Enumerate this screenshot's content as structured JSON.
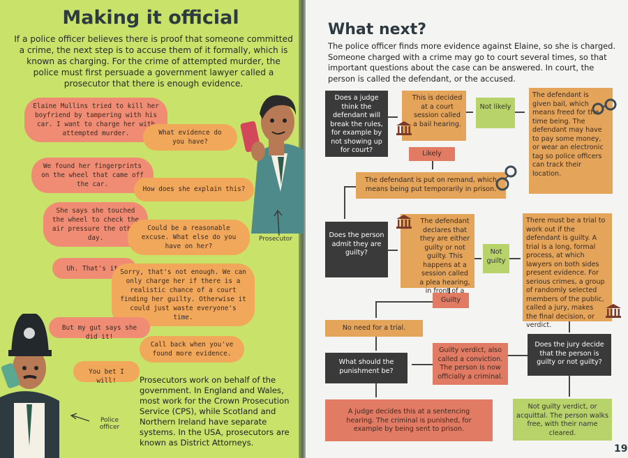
{
  "left": {
    "title": "Making it official",
    "intro": "If a police officer believes there is proof that someone committed a crime, the next step is to accuse them of it formally, which is known as charging. For the crime of attempted murder, the police must first persuade a government lawyer called a prosecutor that there is enough evidence.",
    "dialogue": [
      "Elaine Mullins tried to kill her boyfriend by tampering with his car. I want to charge her with attempted murder.",
      "What evidence do you have?",
      "We found her fingerprints on the wheel that came off the car.",
      "How does she explain this?",
      "She says she touched the wheel to check the air pressure the other day.",
      "Could be a reasonable excuse. What else do you have on her?",
      "Uh. That's it.",
      "Sorry, that's not enough. We can only charge her if there is a realistic chance of a court finding her guilty. Otherwise it could just waste everyone's time.",
      "But my gut says she did it!",
      "Call back when you've found more evidence.",
      "You bet I will!"
    ],
    "prosecutor_label": "Prosecutor",
    "police_label": "Police officer",
    "note": "Prosecutors work on behalf of the government. In England and Wales, most work for the Crown Prosecution Service (CPS), while Scotland and Northern Ireland have separate systems. In the USA, prosecutors are known as District Attorneys."
  },
  "right": {
    "title": "What next?",
    "intro": "The police officer finds more evidence against Elaine, so she is charged. Someone charged with a crime may go to court several times, so that important questions about the case can be answered. In court, the person is called the defendant, or the accused.",
    "boxes": {
      "b1": "Does a judge think the defendant will break the rules, for example by not showing up for court?",
      "b2": "This is decided at a court session called a bail hearing.",
      "b3": "Not likely",
      "b4": "The defendant is given bail, which means freed for the time being. The defendant may have to pay some money, or wear an electronic tag so police officers can track their location.",
      "b5": "Likely",
      "b6": "The defendant is put on remand, which means being put temporarily in prison.",
      "b7": "Does the person admit they are guilty?",
      "b8": "The defendant declares that they are either guilty or not guilty. This happens at a session called a plea hearing, in front of a judge.",
      "b9": "Not guilty",
      "b10": "There must be a trial to work out if the defendant is guilty. A trial is a long, formal process, at which lawyers on both sides present evidence. For serious crimes, a group of randomly selected members of the public, called a jury, makes the final decision, or verdict.",
      "b11": "Guilty",
      "b12": "No need for a trial.",
      "b13": "What should the punishment be?",
      "b14": "Guilty verdict, also called a conviction. The person is now officially a criminal.",
      "b15": "Does the jury decide that the person is guilty or not guilty?",
      "b16": "A judge decides this at a sentencing hearing. The criminal is punished, for example by being sent to prison.",
      "b17": "Not guilty verdict, or acquittal. The person walks free, with their name cleared."
    },
    "page_number": "19"
  }
}
